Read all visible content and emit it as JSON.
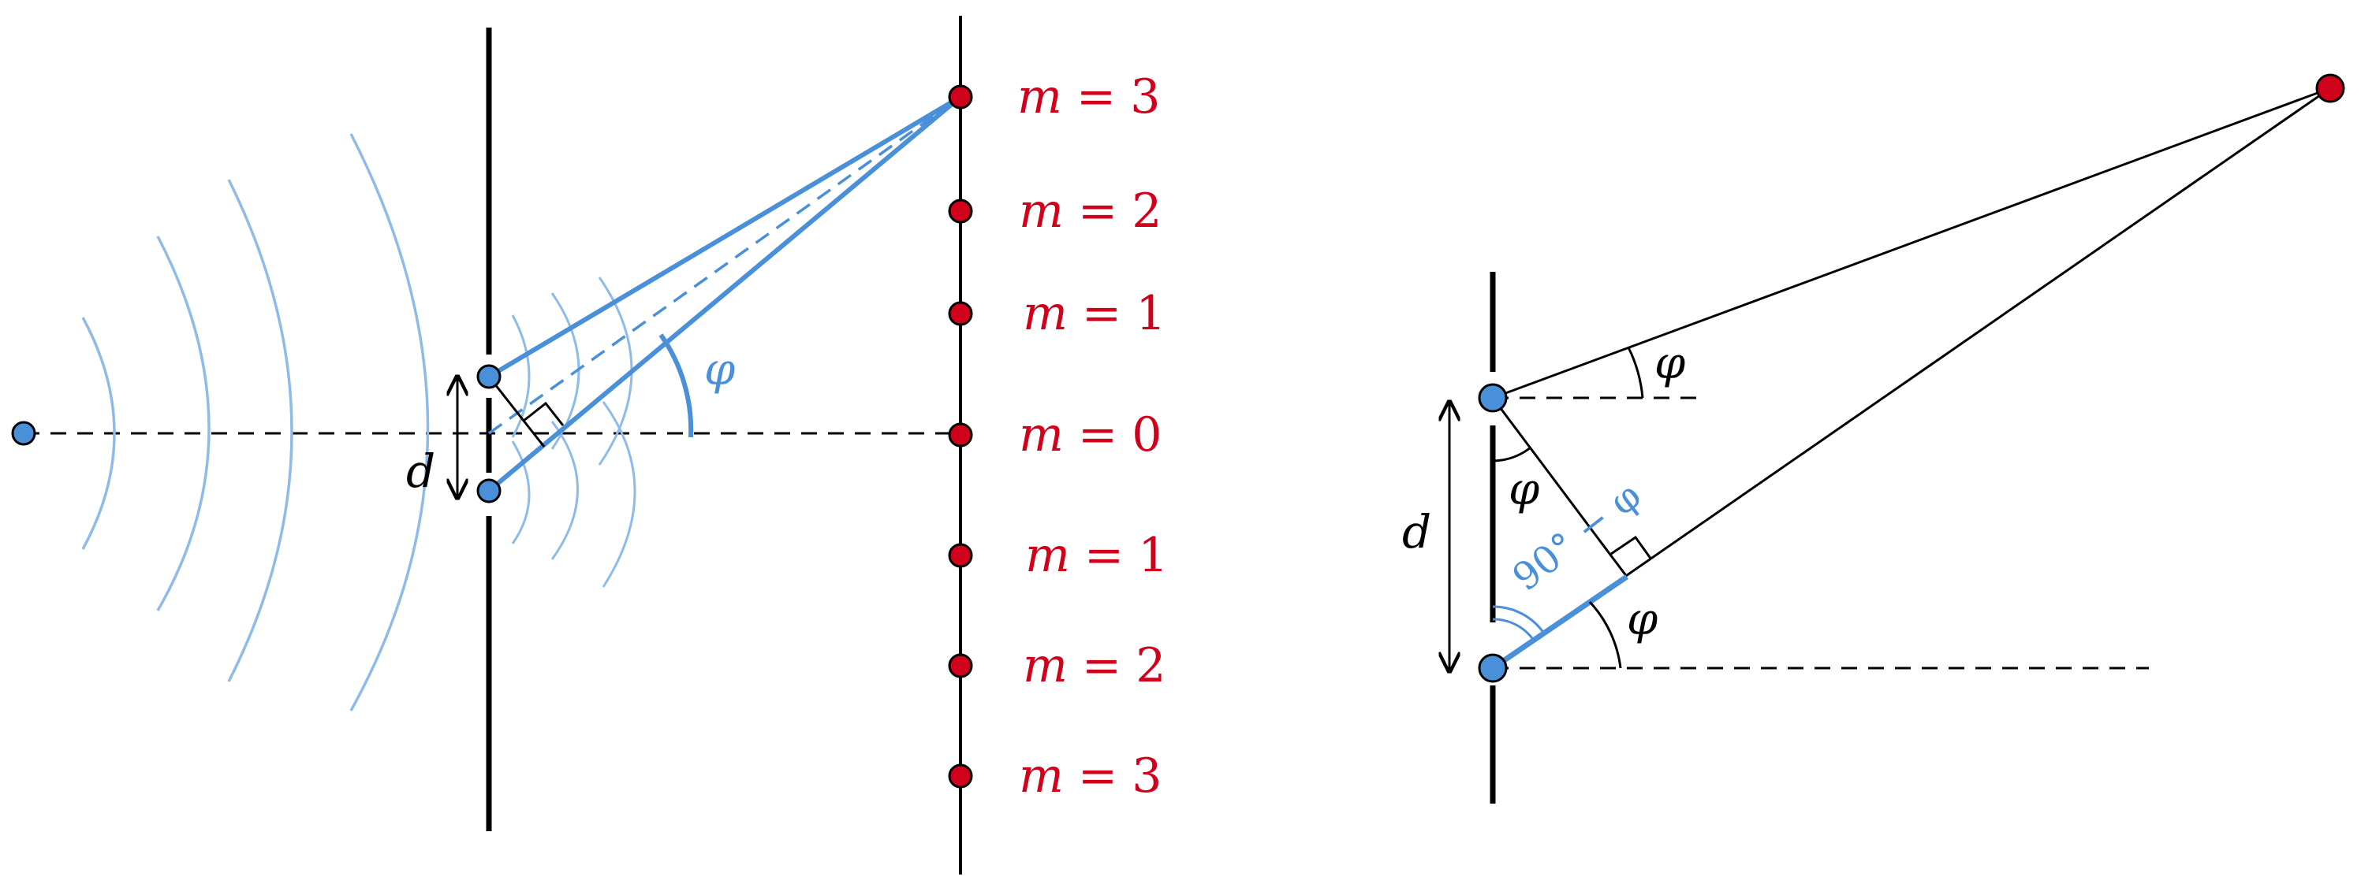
{
  "colors": {
    "blue": "#4a90d9",
    "light_blue": "#8fbbe8",
    "red": "#d0021b",
    "black": "#000000"
  },
  "left": {
    "orders": [
      {
        "m_label": "m",
        "eq": "=",
        "value": "3"
      },
      {
        "m_label": "m",
        "eq": "=",
        "value": "2"
      },
      {
        "m_label": "m",
        "eq": "=",
        "value": "1"
      },
      {
        "m_label": "m",
        "eq": "=",
        "value": "0"
      },
      {
        "m_label": "m",
        "eq": "=",
        "value": "1"
      },
      {
        "m_label": "m",
        "eq": "=",
        "value": "2"
      },
      {
        "m_label": "m",
        "eq": "=",
        "value": "3"
      }
    ],
    "d_label": "d",
    "angle_label": "φ"
  },
  "right": {
    "d_label": "d",
    "angle_top": "φ",
    "angle_inner": "φ",
    "angle_bottom": "φ",
    "complement_label": "90° − φ"
  }
}
